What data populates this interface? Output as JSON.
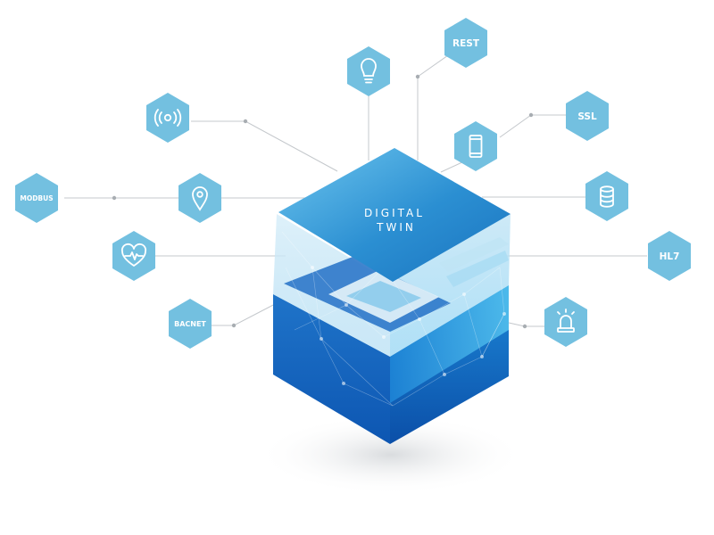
{
  "colors": {
    "hex_fill": "#73c0e0",
    "connector": "#c4c8cc",
    "dot": "#a8adb2",
    "cube_top": "#2f8fd0",
    "cube_dark": "#0b4fa8",
    "cube_mid": "#1c86d6",
    "cube_light": "#6fc9ef"
  },
  "cube": {
    "line1": "DIGITAL",
    "line2": "TWIN"
  },
  "nodes": [
    {
      "id": "rest",
      "label": "REST"
    },
    {
      "id": "lightbulb",
      "icon": "lightbulb-icon"
    },
    {
      "id": "wireless",
      "icon": "wireless-signal-icon"
    },
    {
      "id": "ssl",
      "label": "SSL"
    },
    {
      "id": "mobile",
      "icon": "mobile-phone-icon"
    },
    {
      "id": "modbus",
      "label": "MODBUS"
    },
    {
      "id": "location",
      "icon": "location-pin-icon"
    },
    {
      "id": "database",
      "icon": "database-icon"
    },
    {
      "id": "heart",
      "icon": "heart-rate-icon"
    },
    {
      "id": "hl7",
      "label": "HL7"
    },
    {
      "id": "bacnet",
      "label": "BACNET"
    },
    {
      "id": "alarm",
      "icon": "alarm-siren-icon"
    }
  ]
}
